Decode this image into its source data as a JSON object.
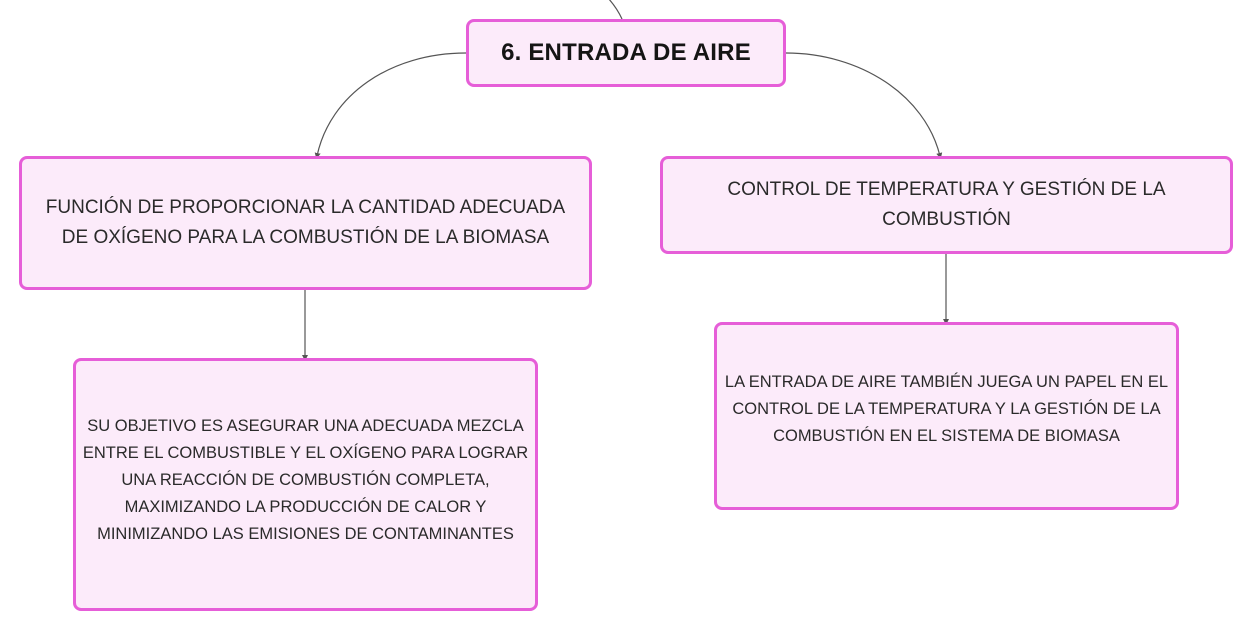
{
  "diagram": {
    "root": {
      "label": "6. ENTRADA DE AIRE"
    },
    "left_branch": {
      "label": "FUNCIÓN DE PROPORCIONAR LA CANTIDAD ADECUADA DE OXÍGENO PARA LA COMBUSTIÓN DE LA BIOMASA",
      "child": {
        "label": "SU OBJETIVO ES ASEGURAR UNA ADECUADA MEZCLA ENTRE EL COMBUSTIBLE Y EL OXÍGENO PARA LOGRAR UNA REACCIÓN DE COMBUSTIÓN COMPLETA, MAXIMIZANDO LA PRODUCCIÓN DE CALOR Y MINIMIZANDO LAS EMISIONES DE CONTAMINANTES"
      }
    },
    "right_branch": {
      "label": "CONTROL DE TEMPERATURA Y GESTIÓN DE LA COMBUSTIÓN",
      "child": {
        "label": "LA ENTRADA DE AIRE TAMBIÉN JUEGA UN PAPEL EN EL CONTROL DE LA TEMPERATURA Y LA GESTIÓN DE LA COMBUSTIÓN EN EL SISTEMA DE BIOMASA"
      }
    },
    "colors": {
      "node_fill": "#fcebfa",
      "node_border": "#e65ed8",
      "connector": "#555555",
      "text": "#2a2a2a"
    }
  }
}
